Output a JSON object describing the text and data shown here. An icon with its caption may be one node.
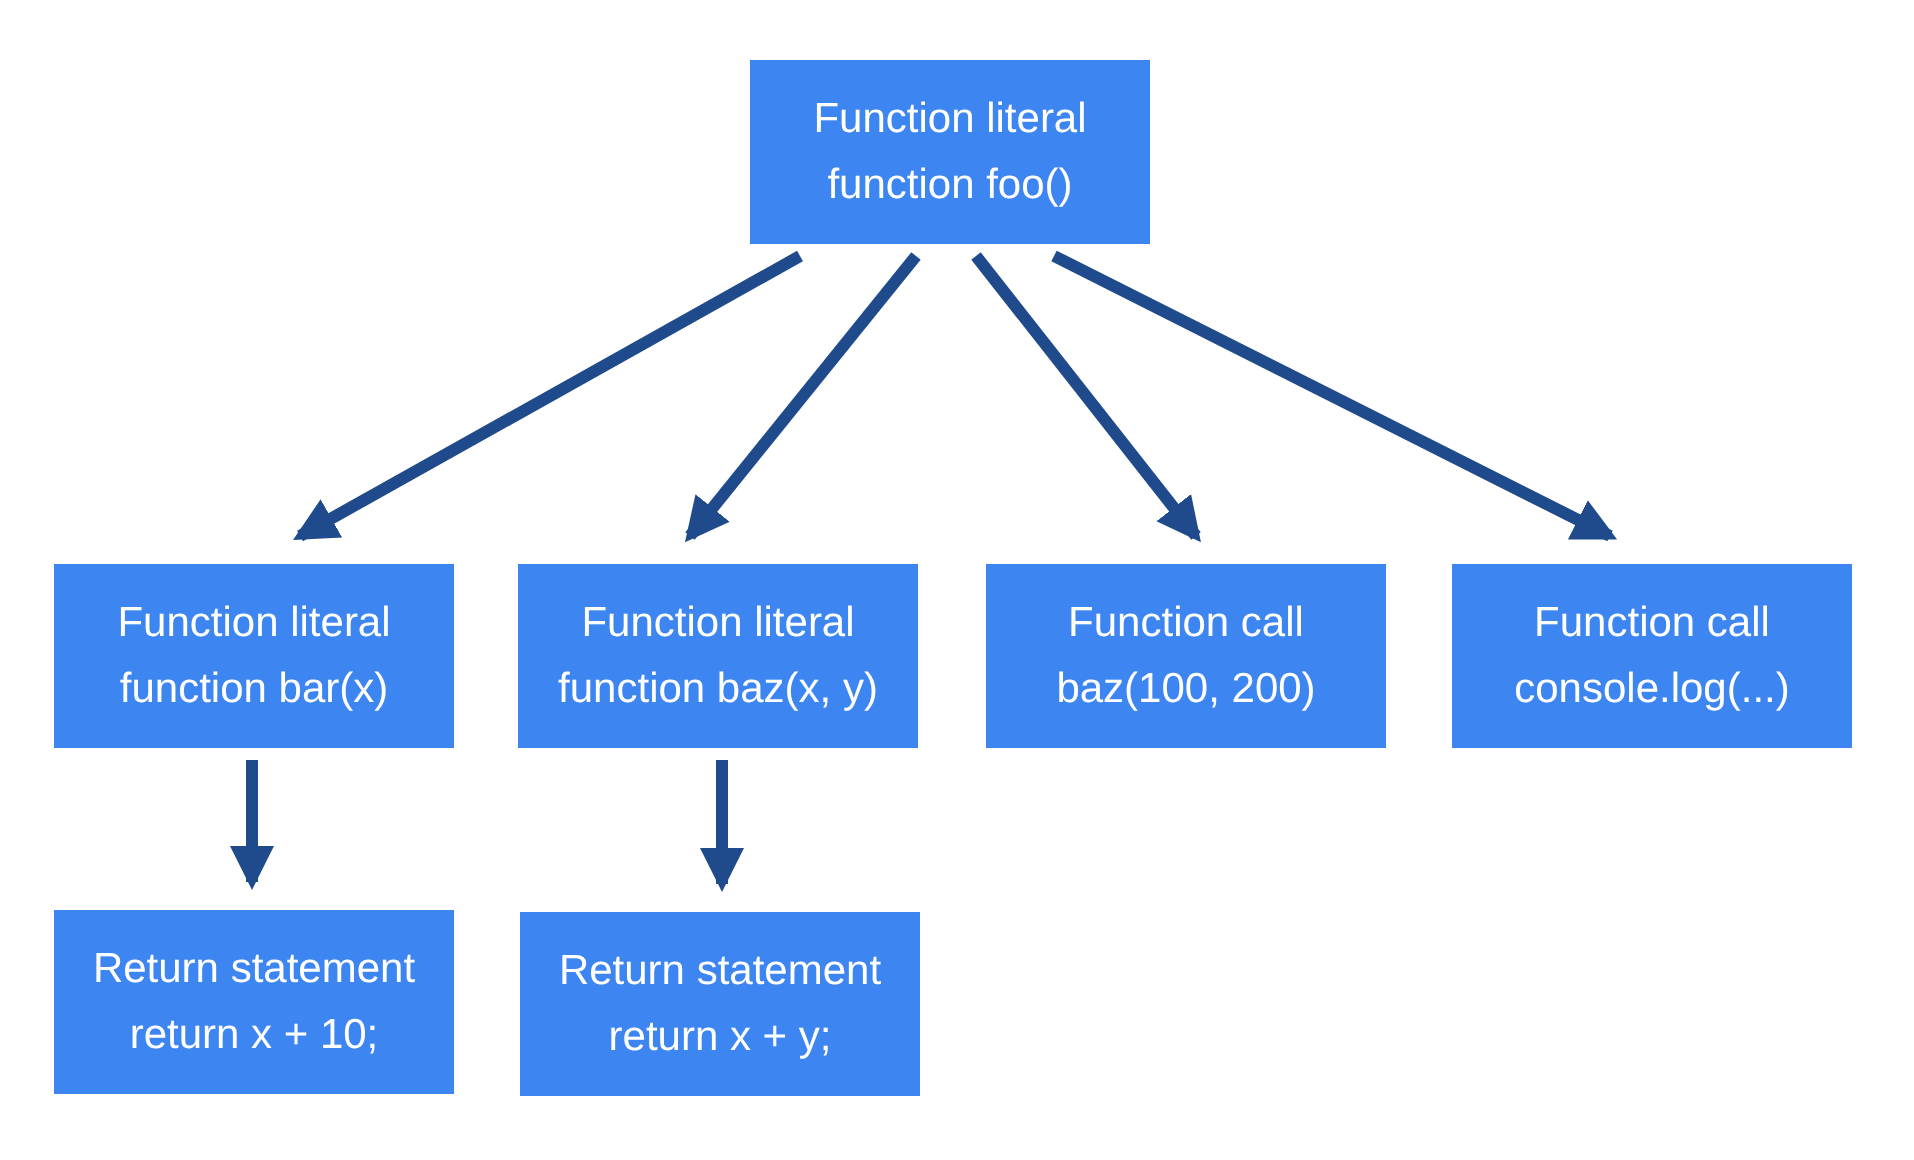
{
  "diagram": {
    "nodes": [
      {
        "text": [
          "Function literal",
          "function foo()"
        ]
      },
      {
        "text": [
          "Function literal",
          "function bar(x)"
        ]
      },
      {
        "text": [
          "Function literal",
          "function baz(x, y)"
        ]
      },
      {
        "text": [
          "Function call",
          "baz(100, 200)"
        ]
      },
      {
        "text": [
          "Function call",
          "console.log(...)"
        ]
      },
      {
        "text": [
          "Return statement",
          "return x + 10;"
        ]
      },
      {
        "text": [
          "Return statement",
          "return x + y;"
        ]
      }
    ],
    "edges": [
      {
        "from": 0,
        "to": 1,
        "arrow": "to"
      },
      {
        "from": 0,
        "to": 2,
        "arrow": "to"
      },
      {
        "from": 0,
        "to": 3,
        "arrow": "to"
      },
      {
        "from": 0,
        "to": 4,
        "arrow": "to"
      },
      {
        "from": 1,
        "to": 5,
        "arrow": "to"
      },
      {
        "from": 2,
        "to": 6,
        "arrow": "to"
      }
    ]
  }
}
